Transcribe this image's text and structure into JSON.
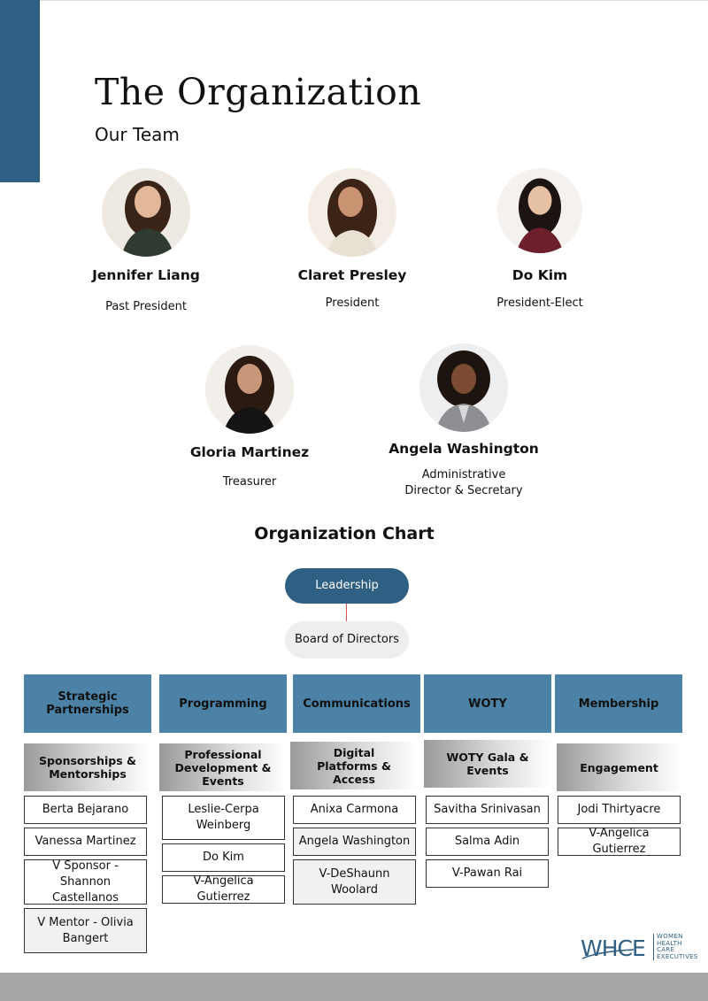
{
  "header": {
    "title": "The Organization",
    "subtitle": "Our Team"
  },
  "team": [
    {
      "name": "Jennifer Liang",
      "role": "Past President"
    },
    {
      "name": "Claret Presley",
      "role": "President"
    },
    {
      "name": "Do Kim",
      "role": "President-Elect"
    },
    {
      "name": "Gloria Martinez",
      "role": "Treasurer"
    },
    {
      "name": "Angela Washington",
      "role": "Administrative\nDirector & Secretary"
    }
  ],
  "org_chart": {
    "title": "Organization Chart",
    "leadership_label": "Leadership",
    "board_label": "Board of Directors",
    "columns": [
      {
        "header": "Strategic Partnerships",
        "sub_header": "Sponsorships & Mentorships",
        "members": [
          "Berta Bejarano",
          "Vanessa Martinez",
          "V Sponsor -Shannon Castellanos",
          "V Mentor - Olivia Bangert"
        ]
      },
      {
        "header": "Programming",
        "sub_header": "Professional Development & Events",
        "members": [
          "Leslie-Cerpa Weinberg",
          "Do Kim",
          "V-Angelica Gutierrez"
        ]
      },
      {
        "header": "Communications",
        "sub_header": "Digital Platforms & Access",
        "members": [
          "Anixa Carmona",
          "Angela Washington",
          "V-DeShaunn Woolard"
        ]
      },
      {
        "header": "WOTY",
        "sub_header": "WOTY Gala & Events",
        "members": [
          "Savitha Srinivasan",
          "Salma Adin",
          "V-Pawan Rai"
        ]
      },
      {
        "header": "Membership",
        "sub_header": "Engagement",
        "members": [
          "Jodi Thirtyacre",
          "V-Angelica Gutierrez"
        ]
      }
    ]
  },
  "logo": {
    "mark": "WHCE",
    "text": "WOMEN\nHEALTH\nCARE\nEXECUTIVES"
  },
  "colors": {
    "accent": "#2f5f82",
    "column_header": "#4b82a6",
    "footer": "#a6a6a6"
  }
}
